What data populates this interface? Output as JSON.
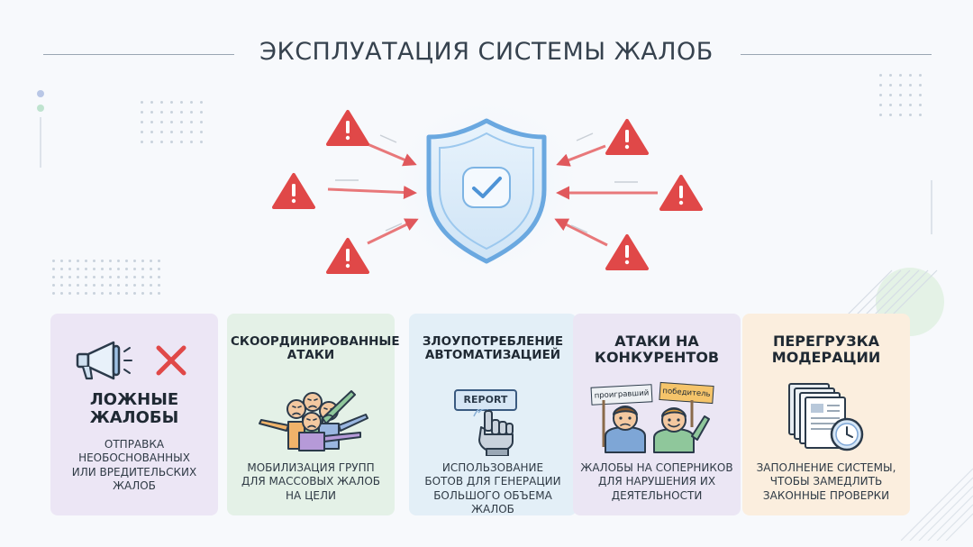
{
  "title": "ЭКСПЛУАТАЦИЯ СИСТЕМЫ ЖАЛОБ",
  "colors": {
    "warning": "#e04848",
    "arrow": "#e8787a",
    "shield": "#6aa8e0",
    "card1": "#ece6f5",
    "card2": "#e4f1e7",
    "card3": "#e3eff7",
    "card4": "#ebe6f4",
    "card5": "#fbeede"
  },
  "cards": [
    {
      "title_lines": [
        "ЛОЖНЫЕ",
        "ЖАЛОБЫ"
      ],
      "desc_lines": [
        "ОТПРАВКА",
        "НЕОБОСНОВАННЫХ",
        "ИЛИ ВРЕДИТЕЛЬСКИХ",
        "ЖАЛОБ"
      ],
      "icon": "megaphone-x-icon"
    },
    {
      "title_lines": [
        "СКООРДИНИРОВАННЫЕ",
        "АТАКИ"
      ],
      "desc_lines": [
        "МОБИЛИЗАЦИЯ ГРУПП",
        "ДЛЯ МАССОВЫХ ЖАЛОБ",
        "НА ЦЕЛИ"
      ],
      "icon": "angry-crowd-icon"
    },
    {
      "title_lines": [
        "ЗЛОУПОТРЕБЛЕНИЕ",
        "АВТОМАТИЗАЦИЕЙ"
      ],
      "desc_lines": [
        "ИСПОЛЬЗОВАНИЕ",
        "БОТОВ ДЛЯ ГЕНЕРАЦИИ",
        "БОЛЬШОГО ОБЪЕМА",
        "ЖАЛОБ"
      ],
      "icon": "robot-report-icon",
      "button_label": "REPORT"
    },
    {
      "title_lines": [
        "АТАКИ НА",
        "КОНКУРЕНТОВ"
      ],
      "desc_lines": [
        "ЖАЛОБЫ НА СОПЕРНИКОВ",
        "ДЛЯ НАРУШЕНИЯ ИХ",
        "ДЕЯТЕЛЬНОСТИ"
      ],
      "icon": "rivals-icon",
      "sign_left": "проигравший",
      "sign_right": "победитель"
    },
    {
      "title_lines": [
        "ПЕРЕГРУЗКА",
        "МОДЕРАЦИИ"
      ],
      "desc_lines": [
        "ЗАПОЛНЕНИЕ СИСТЕМЫ,",
        "ЧТОБЫ ЗАМЕДЛИТЬ",
        "ЗАКОННЫЕ ПРОВЕРКИ"
      ],
      "icon": "document-stack-clock-icon"
    }
  ]
}
